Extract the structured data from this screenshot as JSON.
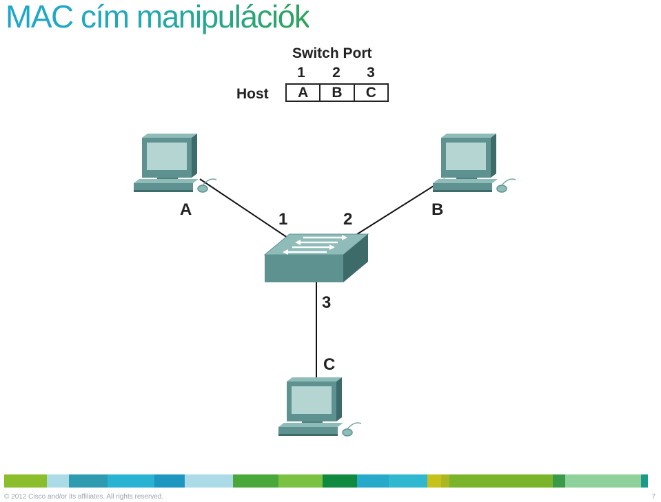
{
  "slide": {
    "title": "MAC cím manipulációk",
    "copyright": "© 2012 Cisco and/or its affiliates. All rights reserved.",
    "page_number": "7"
  },
  "mac_table": {
    "heading": "Switch Port",
    "row_label": "Host",
    "ports": [
      "1",
      "2",
      "3"
    ],
    "hosts": [
      "A",
      "B",
      "C"
    ]
  },
  "diagram": {
    "host_labels": [
      "A",
      "B",
      "C"
    ],
    "port_labels": [
      "1",
      "2",
      "3"
    ]
  },
  "colors": {
    "device_teal": "#5e9290",
    "device_light": "#8fbcb9",
    "device_dark": "#3d6b69",
    "screen": "#b5d5d3",
    "footer_stripes": [
      "#8cbd2b",
      "#aadbe6",
      "#2e9bb0",
      "#29b3d3",
      "#1d97c0",
      "#aadbe6",
      "#4aa83a",
      "#7cc242",
      "#0f8a3f",
      "#27a9c9",
      "#30b8d0",
      "#c7c21a",
      "#a9b820",
      "#7ab42a",
      "#3a9a4a",
      "#8fd19a",
      "#1b9a8a"
    ]
  }
}
